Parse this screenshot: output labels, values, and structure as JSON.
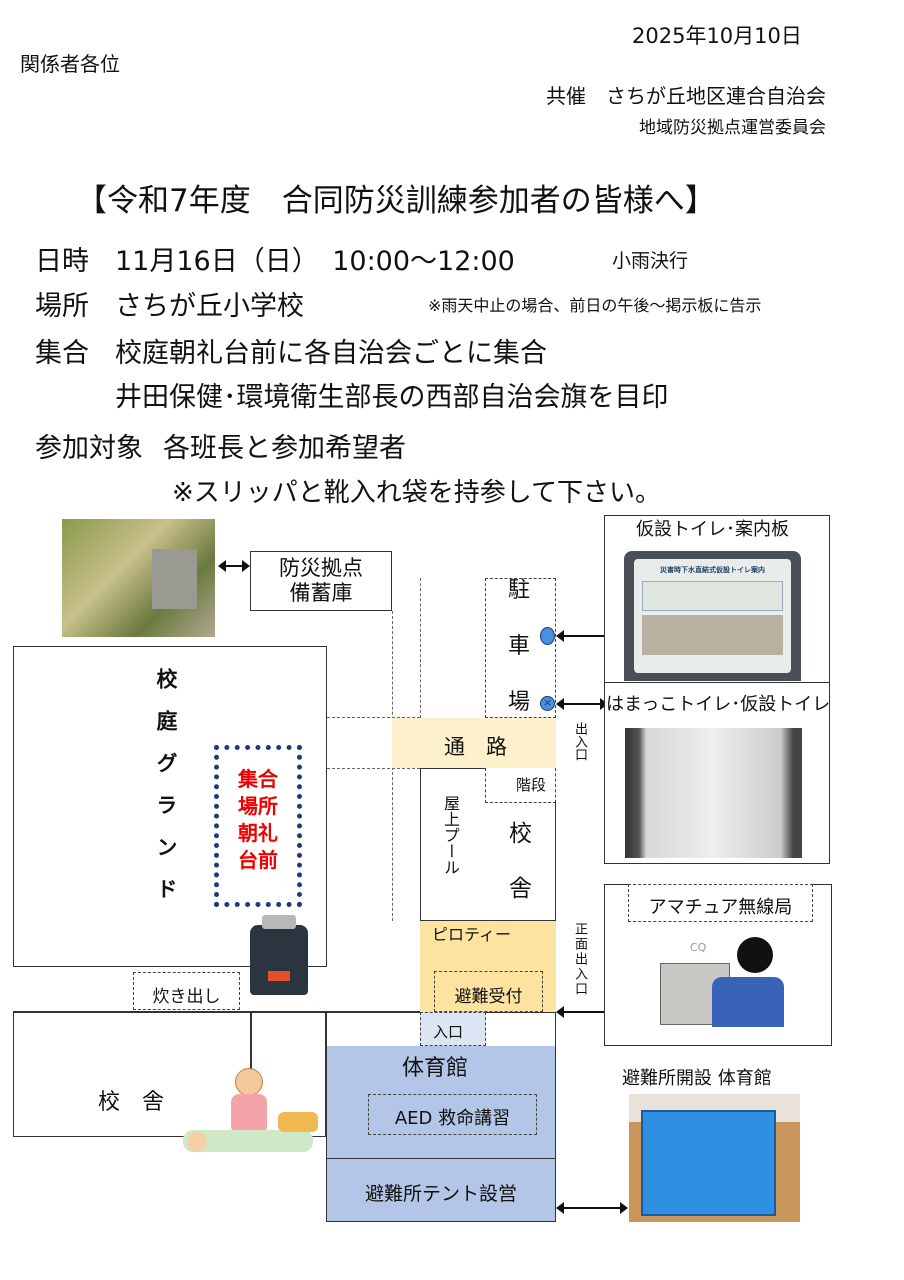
{
  "header": {
    "date": "2025年10月10日",
    "addressee": "関係者各位",
    "host_line1": "共催　さちが丘地区連合自治会",
    "host_line2": "地域防災拠点運営委員会"
  },
  "title": "【令和7年度　合同防災訓練参加者の皆様へ】",
  "details": {
    "datetime_label": "日時",
    "datetime_value": "11月16日（日）　10:00～12:00",
    "weather_note": "小雨決行",
    "place_label": "場所",
    "place_value": "さちが丘小学校",
    "rain_note": "※雨天中止の場合、前日の午後～掲示板に告示",
    "gather_label": "集合",
    "gather_value1": "校庭朝礼台前に各自治会ごとに集合",
    "gather_value2": "井田保健･環境衛生部長の西部自治会旗を目印",
    "target_label": "参加対象",
    "target_value": "各班長と参加希望者",
    "bring_note": "※スリッパと靴入れ袋を持参して下さい。"
  },
  "map": {
    "storage": "防災拠点\n備蓄庫",
    "storage1": "防災拠点",
    "storage2": "備蓄庫",
    "schoolyard": "校庭グランド",
    "gathering": [
      "集合",
      "場所",
      "朝礼",
      "台前"
    ],
    "parking": [
      "駐",
      "車",
      "場"
    ],
    "passage": "通　路",
    "exit": "出入口",
    "stairs": "階段",
    "pool": "屋上プール",
    "school_bldg": [
      "校",
      "舎"
    ],
    "piloti": "ピロティー",
    "reception": "避難受付",
    "front_exit": "正面出入口",
    "entrance": "入口",
    "gym": "体育館",
    "aed": "AED 救命講習",
    "tent": "避難所テント設営",
    "cooking": "炊き出し",
    "school_left": "校　舎",
    "toilet_sign": "仮設トイレ･案内板",
    "hamakko": "はまっこトイレ･仮設トイレ",
    "radio": "アマチュア無線局",
    "shelter": "避難所開設 体育館",
    "sign_photo_title": "災害時下水直結式仮設トイレ案内",
    "cq": "CQ"
  }
}
